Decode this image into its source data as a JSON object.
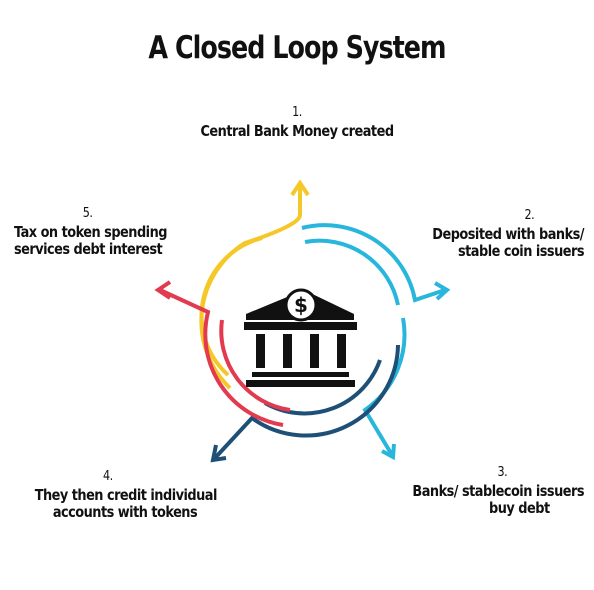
{
  "title": "A Closed Loop System",
  "steps": [
    {
      "number": "1.",
      "lines": [
        "Central Bank Money created"
      ]
    },
    {
      "number": "2.",
      "lines": [
        "Deposited with banks/",
        "stable coin issuers"
      ]
    },
    {
      "number": "3.",
      "lines": [
        "Banks/ stablecoin issuers",
        "buy debt"
      ]
    },
    {
      "number": "4.",
      "lines": [
        "They then credit individual",
        "accounts with tokens"
      ]
    },
    {
      "number": "5.",
      "lines": [
        "Tax on token spending",
        "services debt interest"
      ]
    }
  ],
  "center_icon": {
    "name": "bank-icon",
    "symbol": "$"
  },
  "colors": {
    "yellow": "#f5c82a",
    "cyan": "#29b6dc",
    "navy": "#1d4f77",
    "red": "#e23a4e",
    "black": "#111111"
  }
}
